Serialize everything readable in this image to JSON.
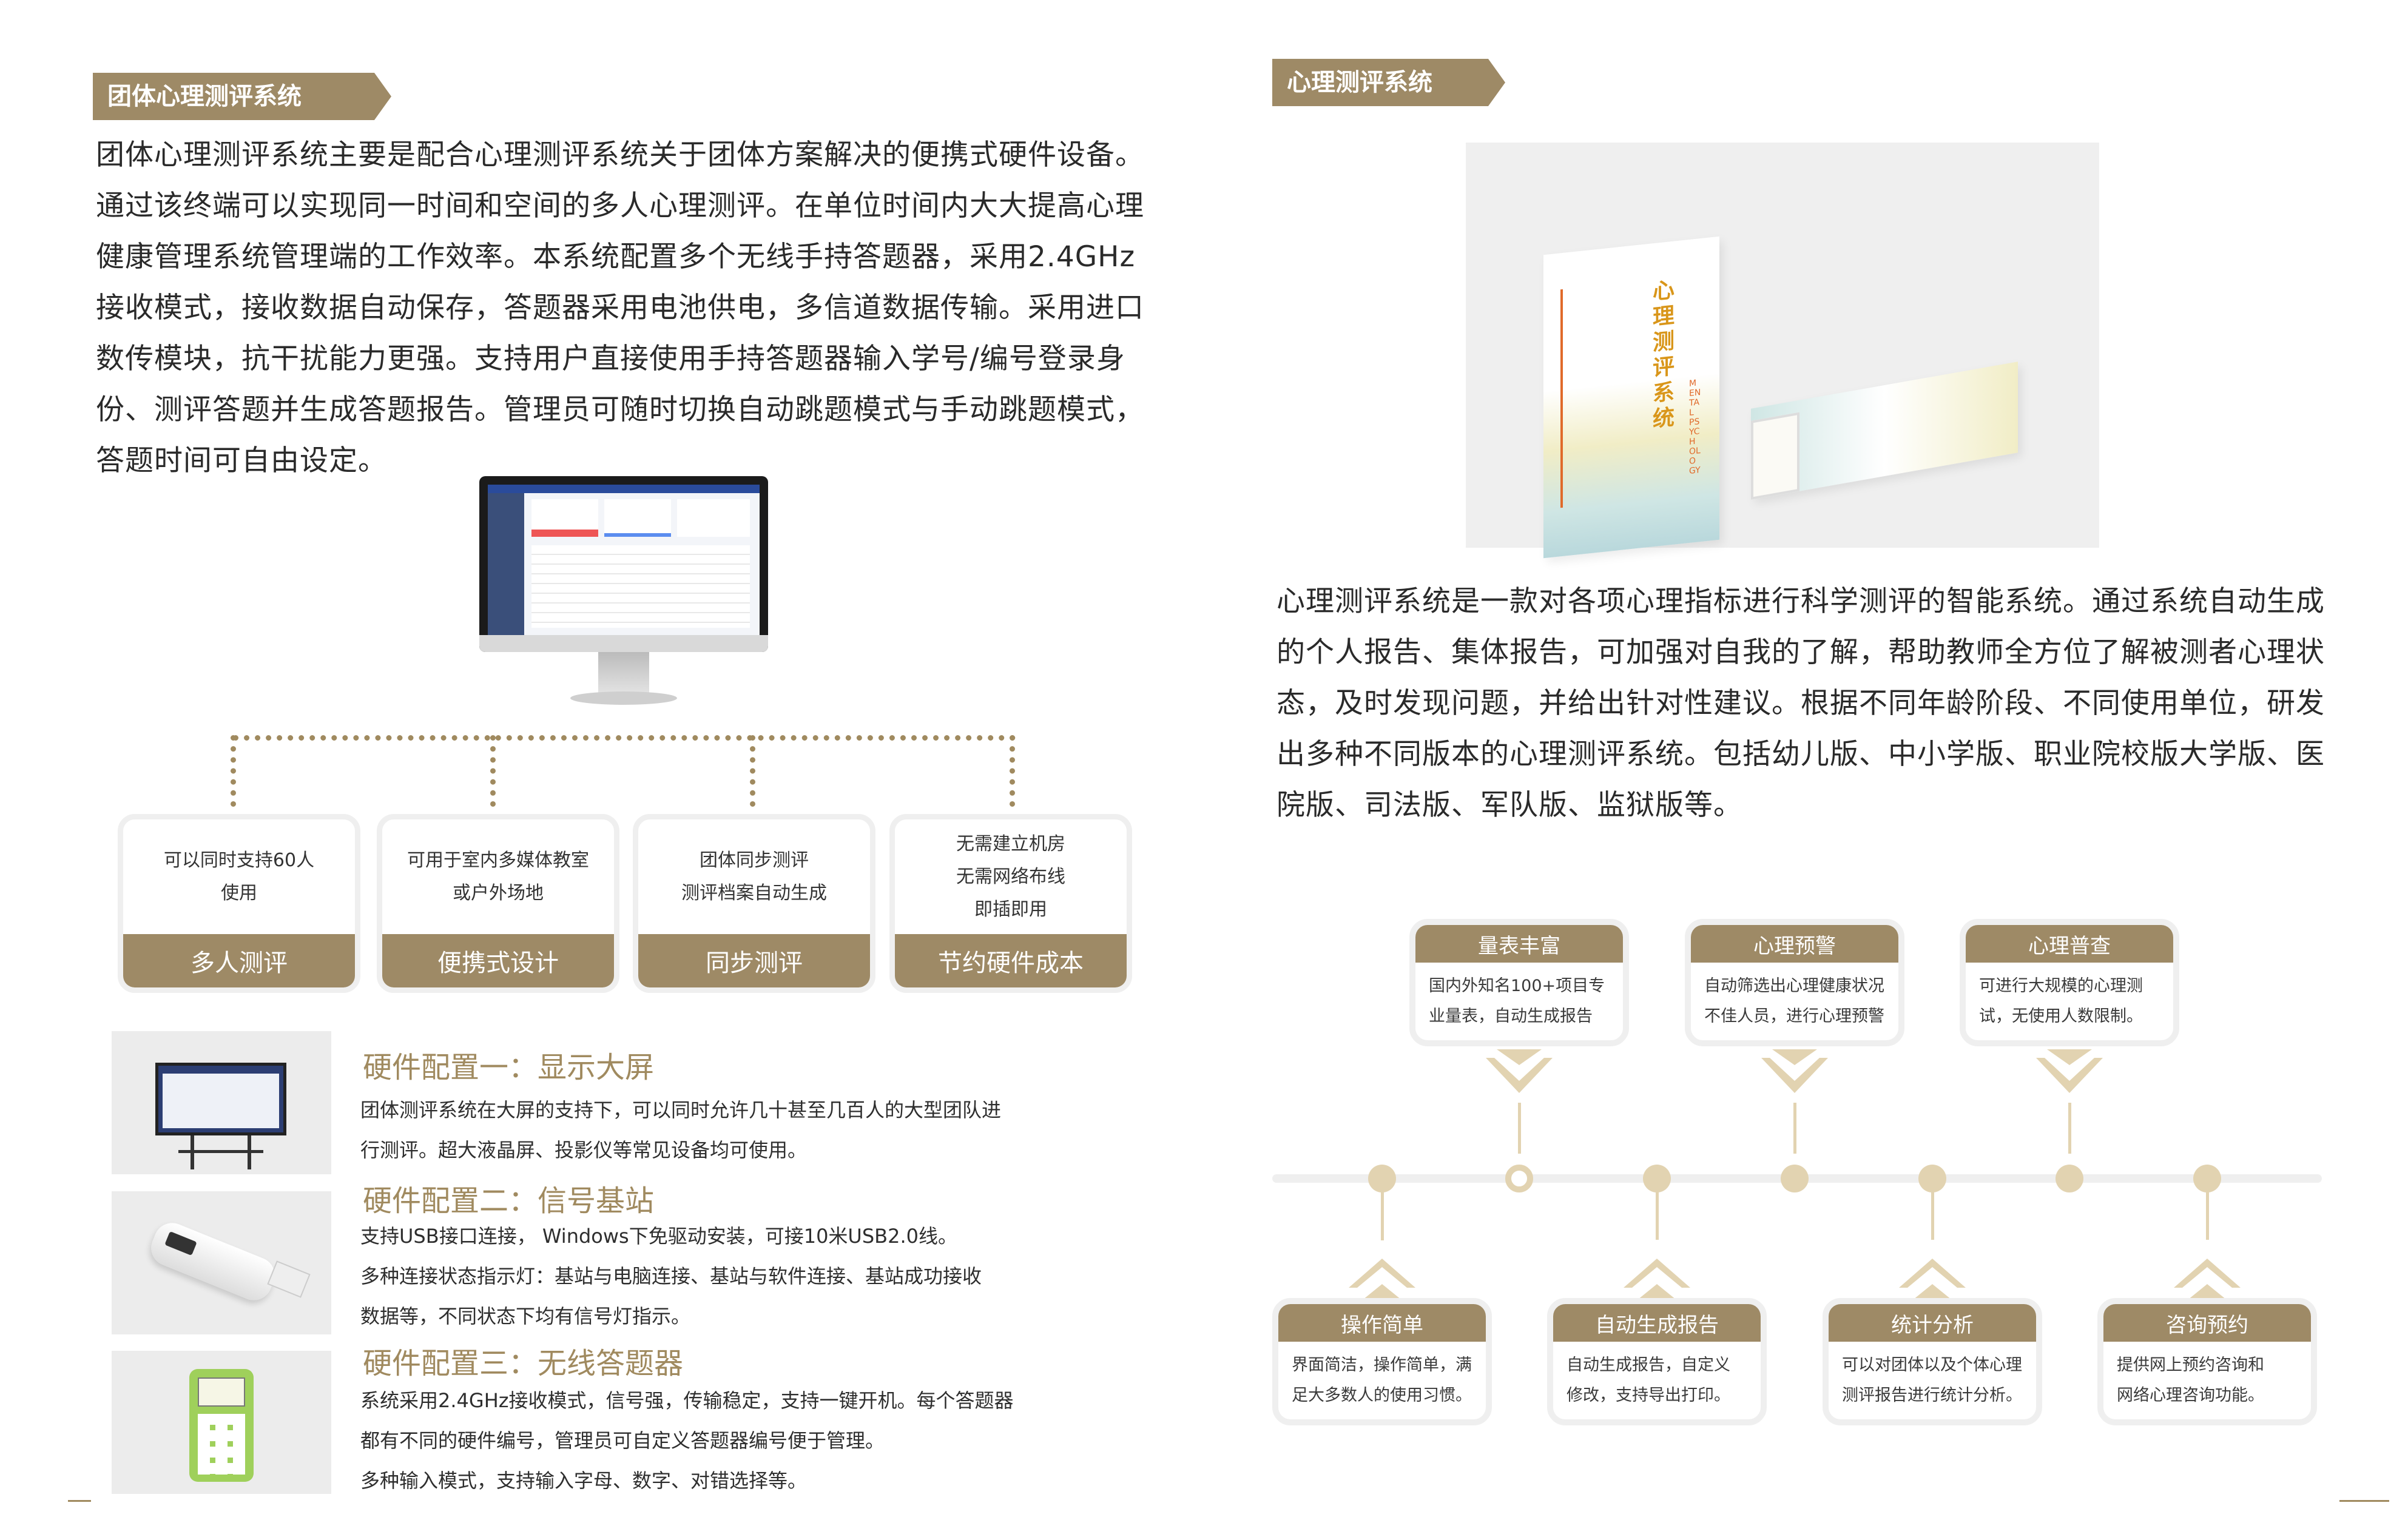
{
  "left": {
    "tag": "团体心理测评系统",
    "intro": [
      "团体心理测评系统主要是配合心理测评系统关于团体方案解决的便携式硬件设备。",
      "通过该终端可以实现同一时间和空间的多人心理测评。在单位时间内大大提高心理",
      "健康管理系统管理端的工作效率。本系统配置多个无线手持答题器，采用2.4GHz",
      "接收模式，接收数据自动保存，答题器采用电池供电，多信道数据传输。采用进口",
      "数传模块，抗干扰能力更强。支持用户直接使用手持答题器输入学号/编号登录身",
      "份、测评答题并生成答题报告。管理员可随时切换自动跳题模式与手动跳题模式，",
      "答题时间可自由设定。"
    ],
    "cards": [
      {
        "lines": [
          "可以同时支持60人",
          "使用"
        ],
        "label": "多人测评"
      },
      {
        "lines": [
          "可用于室内多媒体教室",
          "或户外场地"
        ],
        "label": "便携式设计"
      },
      {
        "lines": [
          "团体同步测评",
          "测评档案自动生成"
        ],
        "label": "同步测评"
      },
      {
        "lines": [
          "无需建立机房",
          "无需网络布线",
          "即插即用"
        ],
        "label": "节约硬件成本"
      }
    ],
    "hardware": [
      {
        "title": "硬件配置一：显示大屏",
        "lines": [
          "团体测评系统在大屏的支持下，可以同时允许几十甚至几百人的大型团队进",
          "行测评。超大液晶屏、投影仪等常见设备均可使用。"
        ]
      },
      {
        "title": "硬件配置二：信号基站",
        "lines": [
          "支持USB接口连接， Windows下免驱动安装，可接10米USB2.0线。",
          "多种连接状态指示灯：基站与电脑连接、基站与软件连接、基站成功接收",
          "数据等，不同状态下均有信号灯指示。"
        ]
      },
      {
        "title": "硬件配置三：无线答题器",
        "lines": [
          "系统采用2.4GHz接收模式，信号强，传输稳定，支持一键开机。每个答题器",
          "都有不同的硬件编号，管理员可自定义答题器编号便于管理。",
          "多种输入模式，支持输入字母、数字、对错选择等。"
        ]
      }
    ]
  },
  "right": {
    "tag": "心理测评系统",
    "product_box_text": "心理测评系统",
    "product_box_en": "MENTAL PSYCHOLOGY",
    "intro": [
      "心理测评系统是一款对各项心理指标进行科学测评的智能系统。通过系统自动生成",
      "的个人报告、集体报告，可加强对自我的了解，帮助教师全方位了解被测者心理状",
      "态，及时发现问题，并给出针对性建议。根据不同年龄阶段、不同使用单位，研发",
      "出多种不同版本的心理测评系统。包括幼儿版、中小学版、职业院校版大学版、医",
      "院版、司法版、军队版、监狱版等。"
    ],
    "top_features": [
      {
        "title": "量表丰富",
        "lines": [
          "国内外知名100+项目专",
          "业量表，自动生成报告"
        ]
      },
      {
        "title": "心理预警",
        "lines": [
          "自动筛选出心理健康状况",
          "不佳人员，进行心理预警"
        ]
      },
      {
        "title": "心理普查",
        "lines": [
          "可进行大规模的心理测",
          "试，无使用人数限制。"
        ]
      }
    ],
    "bottom_features": [
      {
        "title": "操作简单",
        "lines": [
          "界面简洁，操作简单，满",
          "足大多数人的使用习惯。"
        ]
      },
      {
        "title": "自动生成报告",
        "lines": [
          "自动生成报告，自定义",
          "修改，支持导出打印。"
        ]
      },
      {
        "title": "统计分析",
        "lines": [
          "可以对团体以及个体心理",
          "测评报告进行统计分析。"
        ]
      },
      {
        "title": "咨询预约",
        "lines": [
          "提供网上预约咨询和",
          "网络心理咨询功能。"
        ]
      }
    ]
  },
  "colors": {
    "accent": "#9e8a66",
    "accent_light": "#e2d3b1",
    "title_gold": "#a08a5f"
  }
}
